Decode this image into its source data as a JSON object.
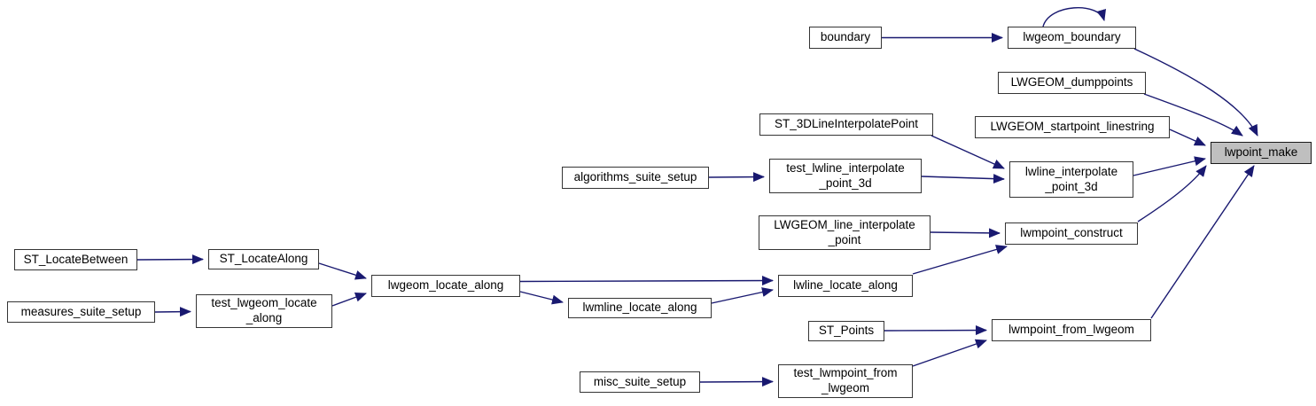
{
  "diagram": {
    "type": "call-graph",
    "colors": {
      "edge": "#191970",
      "node_border": "#353535",
      "node_fill": "#ffffff",
      "highlight_fill": "#bfbfbf",
      "text": "#000000",
      "background": "#ffffff"
    },
    "nodes": {
      "boundary": {
        "label": "boundary"
      },
      "lwgeom_boundary": {
        "label": "lwgeom_boundary"
      },
      "lwgeom_dumppoints": {
        "label": "LWGEOM_dumppoints"
      },
      "st_3dlineinterpolatepoint": {
        "label": "ST_3DLineInterpolatePoint"
      },
      "lwgeom_startpoint_linestring": {
        "label": "LWGEOM_startpoint_linestring"
      },
      "lwpoint_make": {
        "label": "lwpoint_make"
      },
      "algorithms_suite_setup": {
        "label": "algorithms_suite_setup"
      },
      "test_lwline_interpolate_point_3d": {
        "label": "test_lwline_interpolate\n_point_3d"
      },
      "lwline_interpolate_point_3d": {
        "label": "lwline_interpolate\n_point_3d"
      },
      "lwgeom_line_interpolate_point": {
        "label": "LWGEOM_line_interpolate\n_point"
      },
      "lwmpoint_construct": {
        "label": "lwmpoint_construct"
      },
      "st_locatebetween": {
        "label": "ST_LocateBetween"
      },
      "st_locatealong": {
        "label": "ST_LocateAlong"
      },
      "measures_suite_setup": {
        "label": "measures_suite_setup"
      },
      "test_lwgeom_locate_along": {
        "label": "test_lwgeom_locate\n_along"
      },
      "lwgeom_locate_along": {
        "label": "lwgeom_locate_along"
      },
      "lwmline_locate_along": {
        "label": "lwmline_locate_along"
      },
      "lwline_locate_along": {
        "label": "lwline_locate_along"
      },
      "st_points": {
        "label": "ST_Points"
      },
      "lwmpoint_from_lwgeom": {
        "label": "lwmpoint_from_lwgeom"
      },
      "misc_suite_setup": {
        "label": "misc_suite_setup"
      },
      "test_lwmpoint_from_lwgeom": {
        "label": "test_lwmpoint_from\n_lwgeom"
      }
    },
    "edges": [
      {
        "from": "boundary",
        "to": "lwgeom_boundary"
      },
      {
        "from": "lwgeom_boundary",
        "to": "lwgeom_boundary"
      },
      {
        "from": "lwgeom_boundary",
        "to": "lwpoint_make"
      },
      {
        "from": "lwgeom_dumppoints",
        "to": "lwpoint_make"
      },
      {
        "from": "lwgeom_startpoint_linestring",
        "to": "lwpoint_make"
      },
      {
        "from": "st_3dlineinterpolatepoint",
        "to": "lwline_interpolate_point_3d"
      },
      {
        "from": "algorithms_suite_setup",
        "to": "test_lwline_interpolate_point_3d"
      },
      {
        "from": "test_lwline_interpolate_point_3d",
        "to": "lwline_interpolate_point_3d"
      },
      {
        "from": "lwline_interpolate_point_3d",
        "to": "lwpoint_make"
      },
      {
        "from": "lwgeom_line_interpolate_point",
        "to": "lwmpoint_construct"
      },
      {
        "from": "lwline_locate_along",
        "to": "lwmpoint_construct"
      },
      {
        "from": "lwmpoint_construct",
        "to": "lwpoint_make"
      },
      {
        "from": "lwmpoint_from_lwgeom",
        "to": "lwpoint_make"
      },
      {
        "from": "st_locatebetween",
        "to": "st_locatealong"
      },
      {
        "from": "st_locatealong",
        "to": "lwgeom_locate_along"
      },
      {
        "from": "measures_suite_setup",
        "to": "test_lwgeom_locate_along"
      },
      {
        "from": "test_lwgeom_locate_along",
        "to": "lwgeom_locate_along"
      },
      {
        "from": "lwgeom_locate_along",
        "to": "lwline_locate_along"
      },
      {
        "from": "lwgeom_locate_along",
        "to": "lwmline_locate_along"
      },
      {
        "from": "lwmline_locate_along",
        "to": "lwline_locate_along"
      },
      {
        "from": "st_points",
        "to": "lwmpoint_from_lwgeom"
      },
      {
        "from": "misc_suite_setup",
        "to": "test_lwmpoint_from_lwgeom"
      },
      {
        "from": "test_lwmpoint_from_lwgeom",
        "to": "lwmpoint_from_lwgeom"
      }
    ]
  }
}
